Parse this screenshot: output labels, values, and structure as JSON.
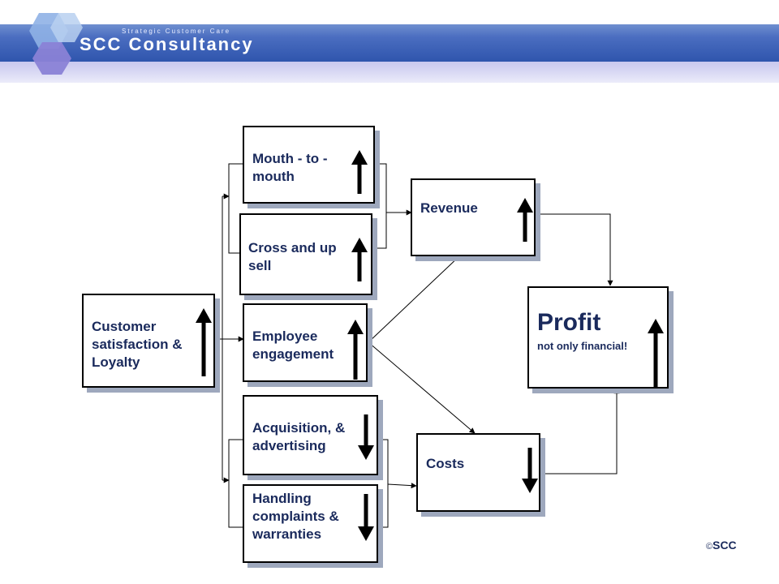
{
  "header": {
    "company": "SCC Consultancy",
    "tagline": "Strategic Customer Care"
  },
  "nodes": {
    "satisfaction": "Customer satisfaction & Loyalty",
    "mouth": "Mouth - to - mouth",
    "cross": "Cross and up sell",
    "employee": "Employee engagement",
    "acquisition": "Acquisition, & advertising",
    "handling": "Handling complaints & warranties",
    "revenue": "Revenue",
    "costs": "Costs",
    "profit_title": "Profit",
    "profit_sub": "not only financial!"
  },
  "trends": {
    "satisfaction": "up",
    "mouth": "up",
    "cross": "up",
    "employee": "up",
    "acquisition": "down",
    "handling": "down",
    "revenue": "up",
    "costs": "down",
    "profit": "up"
  },
  "footer": {
    "copyright_symbol": "©",
    "copyright": "SCC"
  }
}
